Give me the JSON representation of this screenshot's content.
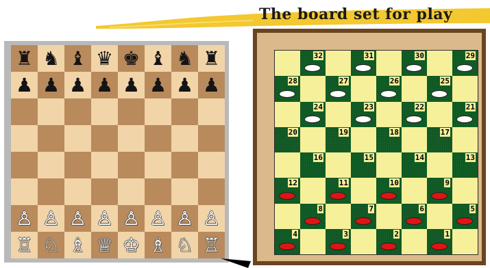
{
  "title": "The board set for play",
  "colors": {
    "banner": "#f3c830",
    "chess_light": "#f1d4a8",
    "chess_dark": "#b98a5c",
    "chess_frame": "#b9b9b9",
    "checkers_frame": "#6b4420",
    "checkers_light": "#f6f09a",
    "checkers_dark": "#14642a",
    "checker_red": "#e01414",
    "checker_white": "#ffffff"
  },
  "chess": {
    "rows": [
      [
        "♜",
        "♞",
        "♝",
        "♛",
        "♚",
        "♝",
        "♞",
        "♜"
      ],
      [
        "♟",
        "♟",
        "♟",
        "♟",
        "♟",
        "♟",
        "♟",
        "♟"
      ],
      [
        "",
        "",
        "",
        "",
        "",
        "",
        "",
        ""
      ],
      [
        "",
        "",
        "",
        "",
        "",
        "",
        "",
        ""
      ],
      [
        "",
        "",
        "",
        "",
        "",
        "",
        "",
        ""
      ],
      [
        "",
        "",
        "",
        "",
        "",
        "",
        "",
        ""
      ],
      [
        "♙",
        "♙",
        "♙",
        "♙",
        "♙",
        "♙",
        "♙",
        "♙"
      ],
      [
        "♖",
        "♘",
        "♗",
        "♕",
        "♔",
        "♗",
        "♘",
        "♖"
      ]
    ]
  },
  "checkers": {
    "squares": [
      {
        "row": 0,
        "col": 1,
        "num": "32",
        "piece": "white"
      },
      {
        "row": 0,
        "col": 3,
        "num": "31",
        "piece": "white"
      },
      {
        "row": 0,
        "col": 5,
        "num": "30",
        "piece": "white"
      },
      {
        "row": 0,
        "col": 7,
        "num": "29",
        "piece": "white"
      },
      {
        "row": 1,
        "col": 0,
        "num": "28",
        "piece": "white"
      },
      {
        "row": 1,
        "col": 2,
        "num": "27",
        "piece": "white"
      },
      {
        "row": 1,
        "col": 4,
        "num": "26",
        "piece": "white"
      },
      {
        "row": 1,
        "col": 6,
        "num": "25",
        "piece": "white"
      },
      {
        "row": 2,
        "col": 1,
        "num": "24",
        "piece": "white"
      },
      {
        "row": 2,
        "col": 3,
        "num": "23",
        "piece": "white"
      },
      {
        "row": 2,
        "col": 5,
        "num": "22",
        "piece": "white"
      },
      {
        "row": 2,
        "col": 7,
        "num": "21",
        "piece": "white"
      },
      {
        "row": 3,
        "col": 0,
        "num": "20",
        "piece": ""
      },
      {
        "row": 3,
        "col": 2,
        "num": "19",
        "piece": ""
      },
      {
        "row": 3,
        "col": 4,
        "num": "18",
        "piece": ""
      },
      {
        "row": 3,
        "col": 6,
        "num": "17",
        "piece": ""
      },
      {
        "row": 4,
        "col": 1,
        "num": "16",
        "piece": ""
      },
      {
        "row": 4,
        "col": 3,
        "num": "15",
        "piece": ""
      },
      {
        "row": 4,
        "col": 5,
        "num": "14",
        "piece": ""
      },
      {
        "row": 4,
        "col": 7,
        "num": "13",
        "piece": ""
      },
      {
        "row": 5,
        "col": 0,
        "num": "12",
        "piece": "red"
      },
      {
        "row": 5,
        "col": 2,
        "num": "11",
        "piece": "red"
      },
      {
        "row": 5,
        "col": 4,
        "num": "10",
        "piece": "red"
      },
      {
        "row": 5,
        "col": 6,
        "num": "9",
        "piece": "red"
      },
      {
        "row": 6,
        "col": 1,
        "num": "8",
        "piece": "red"
      },
      {
        "row": 6,
        "col": 3,
        "num": "7",
        "piece": "red"
      },
      {
        "row": 6,
        "col": 5,
        "num": "6",
        "piece": "red"
      },
      {
        "row": 6,
        "col": 7,
        "num": "5",
        "piece": "red"
      },
      {
        "row": 7,
        "col": 0,
        "num": "4",
        "piece": "red"
      },
      {
        "row": 7,
        "col": 2,
        "num": "3",
        "piece": "red"
      },
      {
        "row": 7,
        "col": 4,
        "num": "2",
        "piece": "red"
      },
      {
        "row": 7,
        "col": 6,
        "num": "1",
        "piece": "red"
      }
    ]
  }
}
